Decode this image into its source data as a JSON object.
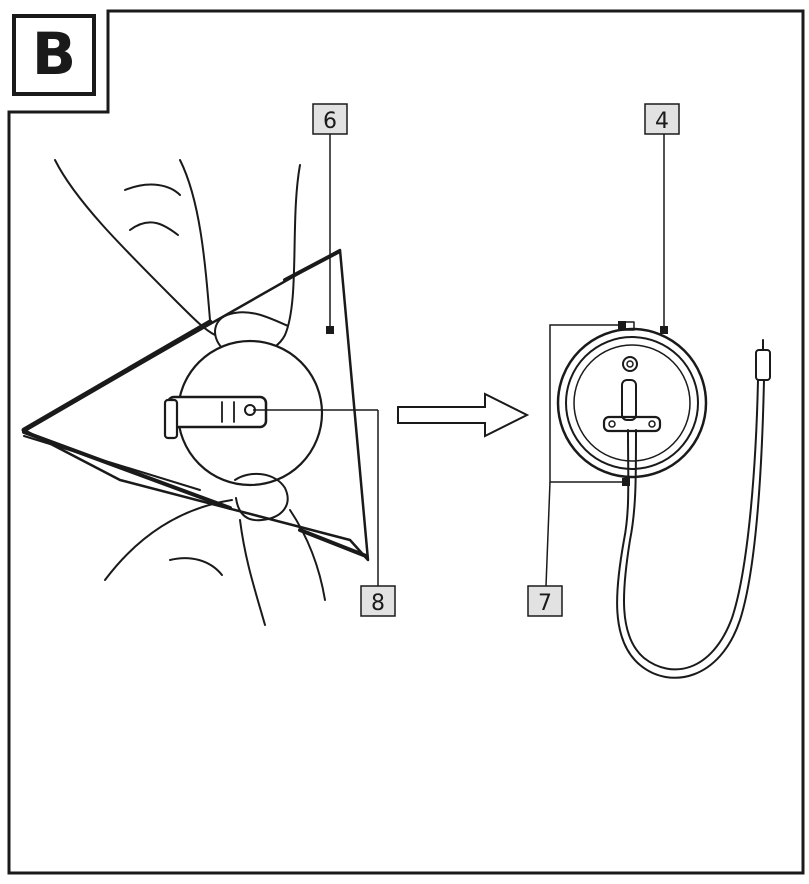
{
  "figure": {
    "panel_label": "B",
    "callouts": [
      {
        "id": "6",
        "text": "6"
      },
      {
        "id": "4",
        "text": "4"
      },
      {
        "id": "8",
        "text": "8"
      },
      {
        "id": "7",
        "text": "7"
      }
    ]
  },
  "colors": {
    "ink": "#1a1a1a",
    "callout_fill": "#e2e2e2",
    "paper": "#ffffff"
  }
}
